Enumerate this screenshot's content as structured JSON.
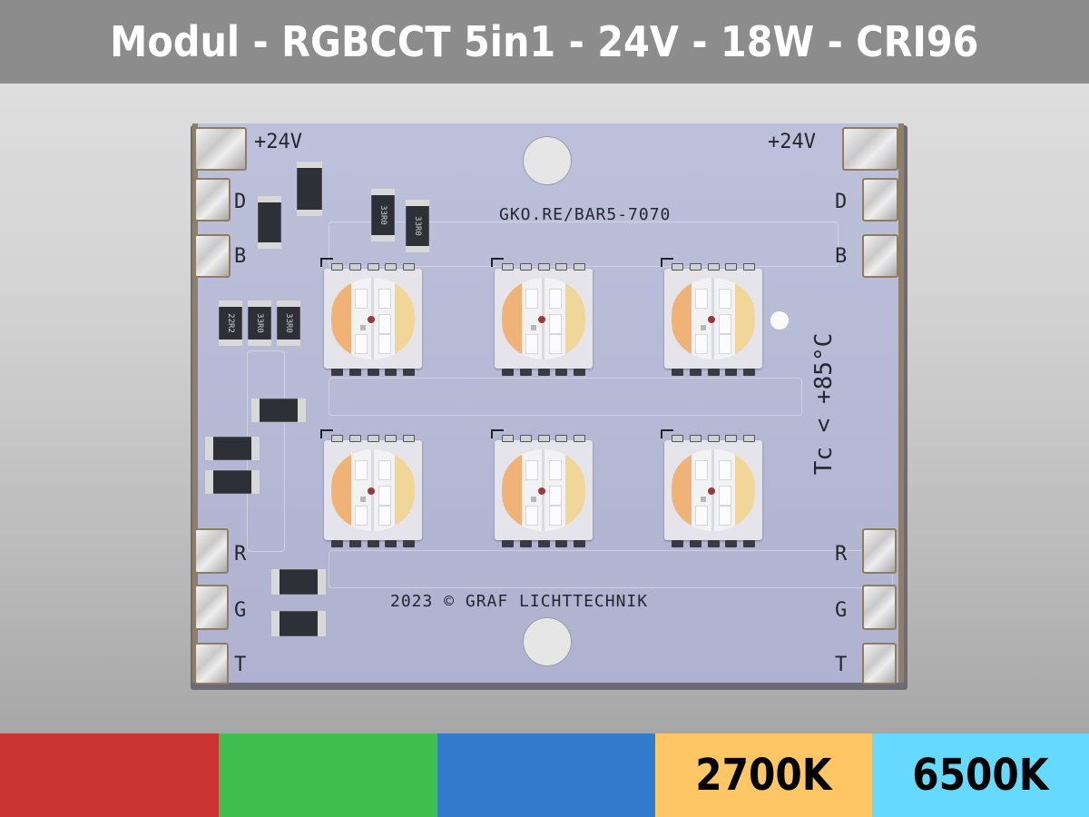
{
  "title_bar": {
    "title": "Modul - RGBCCT 5in1 - 24V - 18W - CRI96",
    "background": "#8c8c8c",
    "text_color": "#ffffff"
  },
  "pcb": {
    "part_number": "GKO.RE/BAR5-7070",
    "copyright": "2023 © GRAF LICHTTECHNIK",
    "temperature_label": "Tc < +85°C",
    "left_pads": [
      "+24V",
      "D",
      "B",
      "R",
      "G",
      "T"
    ],
    "right_pads": [
      "+24V",
      "D",
      "B",
      "R",
      "G",
      "T"
    ],
    "resistor_markings": [
      "33R0",
      "33R0",
      "22R2",
      "33R0",
      "33R0"
    ],
    "led_count": 6,
    "board_color": "#b4b8d6"
  },
  "legend": {
    "swatches": [
      {
        "name": "red",
        "label": "",
        "color": "#cc3333"
      },
      {
        "name": "green",
        "label": "",
        "color": "#40bf4f"
      },
      {
        "name": "blue",
        "label": "",
        "color": "#337acc"
      },
      {
        "name": "warm-white",
        "label": "2700K",
        "color": "#ffc666"
      },
      {
        "name": "cool-white",
        "label": "6500K",
        "color": "#66d9ff"
      }
    ]
  }
}
